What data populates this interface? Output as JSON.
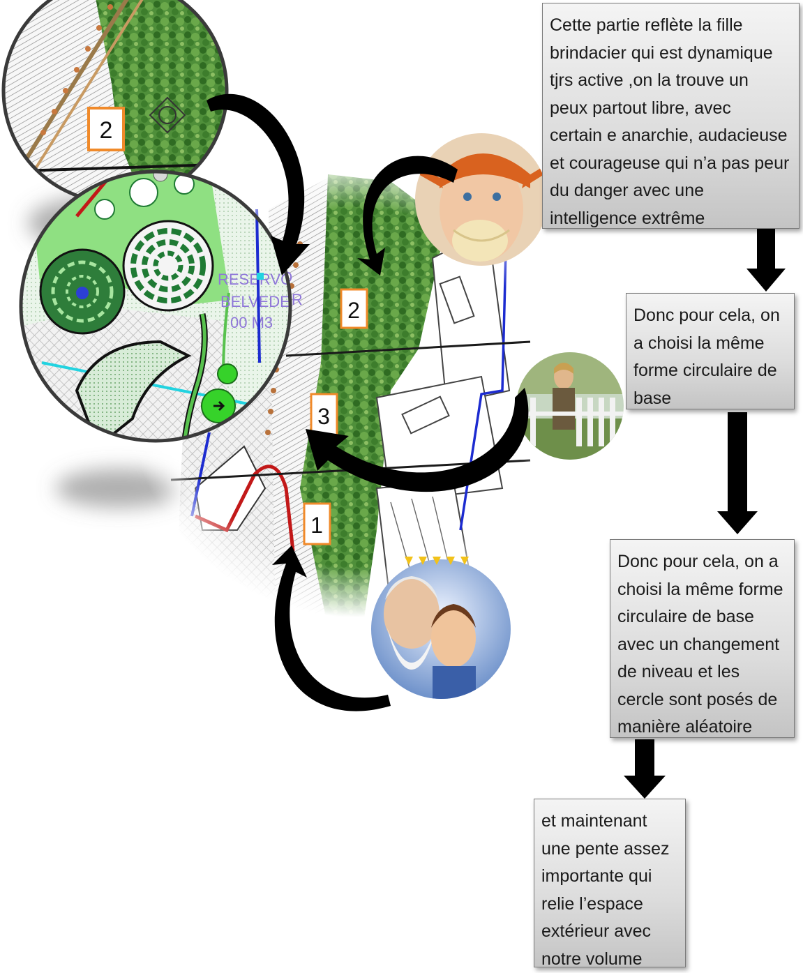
{
  "notes": {
    "note1": "Cette partie reflète  la fille\nbrindacier qui est dynamique\ntjrs active ,on la  trouve un\npeux partout  libre, avec\ncertain e anarchie, audacieuse\net courageuse qui n’a pas peur\ndu danger avec une\nintelligence extrême",
    "note2": "Donc pour cela, on\na choisi la même\nforme circulaire de\nbase",
    "note3": "Donc pour cela, on a\nchoisi la même forme\ncirculaire de base\navec  un changement\nde niveau et les\ncercle sont posés de\nmanière aléatoire",
    "note4": "et maintenant\nune pente assez\nimportante qui\nrelie l’espace\nextérieur avec\nnotre volume"
  },
  "zones": {
    "zone_top": "2",
    "zone_middle": "3",
    "zone_bottom": "1",
    "zone_inset": "2"
  },
  "plan_labels": {
    "line1": "RESERVO",
    "line2": "BELVEDER",
    "line3": "00 M3"
  },
  "colors": {
    "badge_border": "#f08a2a",
    "arrow": "#000000",
    "vegetation": "#3a7d2a",
    "lawn": "#5fd35a",
    "boundary_blue": "#1c2bd0",
    "path_red": "#c21818"
  }
}
